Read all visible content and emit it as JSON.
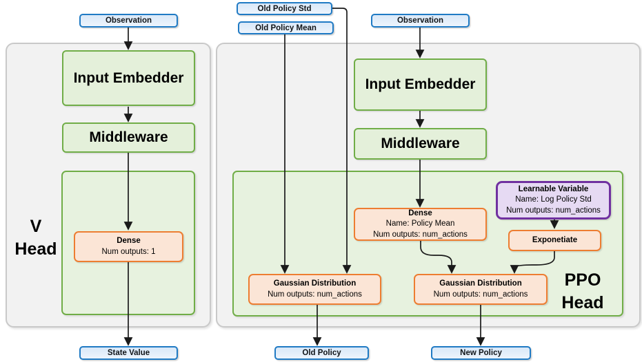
{
  "v_head": {
    "label_line1": "V",
    "label_line2": "Head",
    "observation": "Observation",
    "input_embedder": "Input Embedder",
    "middleware": "Middleware",
    "dense": {
      "title": "Dense",
      "num_outputs": "Num outputs: 1"
    },
    "state_value": "State Value"
  },
  "ppo_head": {
    "label_line1": "PPO",
    "label_line2": "Head",
    "old_policy_std": "Old Policy Std",
    "old_policy_mean": "Old Policy Mean",
    "observation": "Observation",
    "input_embedder": "Input Embedder",
    "middleware": "Middleware",
    "dense": {
      "title": "Dense",
      "name": "Name: Policy Mean",
      "num_outputs": "Num outputs: num_actions"
    },
    "learnable_variable": {
      "title": "Learnable Variable",
      "name": "Name: Log Policy Std",
      "num_outputs": "Num outputs: num_actions"
    },
    "exponetiate": "Exponetiate",
    "gaussian_old": {
      "title": "Gaussian Distribution",
      "num_outputs": "Num outputs: num_actions"
    },
    "gaussian_new": {
      "title": "Gaussian Distribution",
      "num_outputs": "Num outputs: num_actions"
    },
    "old_policy": "Old Policy",
    "new_policy": "New Policy"
  },
  "colors": {
    "blue_border": "#1F7AC4",
    "blue_fill": "#D9E8F8",
    "green_border": "#70AD47",
    "green_fill": "#E4F0DA",
    "green_container_fill": "#E7F2DF",
    "orange_border": "#ED7D31",
    "orange_fill": "#FBE5D6",
    "purple_border": "#7030A0",
    "purple_fill": "#E6DAF3",
    "gray_border": "#C9C9C9",
    "gray_fill": "#F2F2F2",
    "arrow": "#1A1A1A"
  }
}
